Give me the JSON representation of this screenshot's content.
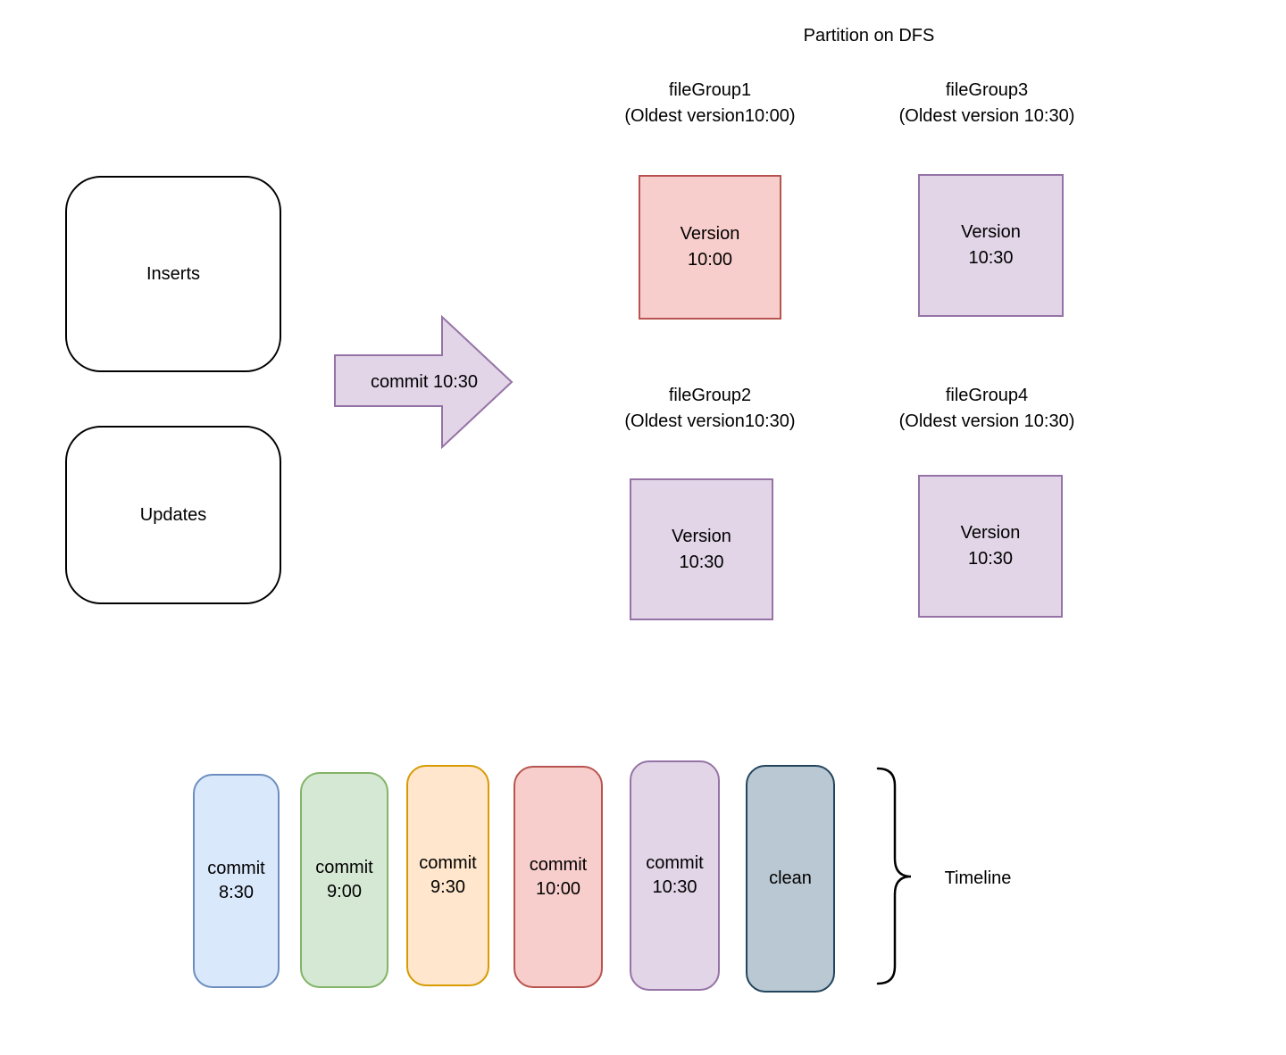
{
  "title": "Partition on DFS",
  "colors": {
    "black": "#000000",
    "red_fill": "#f8cecc",
    "red_stroke": "#b85450",
    "purple_fill": "#e1d5e7",
    "purple_stroke": "#9673a6",
    "blue_fill": "#dae8fc",
    "blue_stroke": "#6c8ebf",
    "green_fill": "#d5e8d4",
    "green_stroke": "#82b366",
    "orange_fill": "#ffe6cc",
    "orange_stroke": "#d79b00",
    "clean_fill": "#bac8d3",
    "clean_stroke": "#23445d"
  },
  "sources": {
    "inserts_label": "Inserts",
    "updates_label": "Updates"
  },
  "arrow": {
    "label": "commit 10:30"
  },
  "file_groups": [
    {
      "id": "fileGroup1",
      "header": "fileGroup1\n(Oldest version10:00)",
      "version": "Version\n10:00",
      "color": "red"
    },
    {
      "id": "fileGroup3",
      "header": "fileGroup3\n(Oldest version 10:30)",
      "version": "Version\n10:30",
      "color": "purple"
    },
    {
      "id": "fileGroup2",
      "header": "fileGroup2\n(Oldest version10:30)",
      "version": "Version\n10:30",
      "color": "purple"
    },
    {
      "id": "fileGroup4",
      "header": "fileGroup4\n(Oldest version 10:30)",
      "version": "Version\n10:30",
      "color": "purple"
    }
  ],
  "timeline": {
    "items": [
      {
        "label": "commit\n8:30",
        "color": "blue"
      },
      {
        "label": "commit\n9:00",
        "color": "green"
      },
      {
        "label": "commit\n9:30",
        "color": "orange"
      },
      {
        "label": "commit\n10:00",
        "color": "red"
      },
      {
        "label": "commit\n10:30",
        "color": "purple"
      },
      {
        "label": "clean",
        "color": "clean"
      }
    ],
    "brace_label": "Timeline"
  }
}
